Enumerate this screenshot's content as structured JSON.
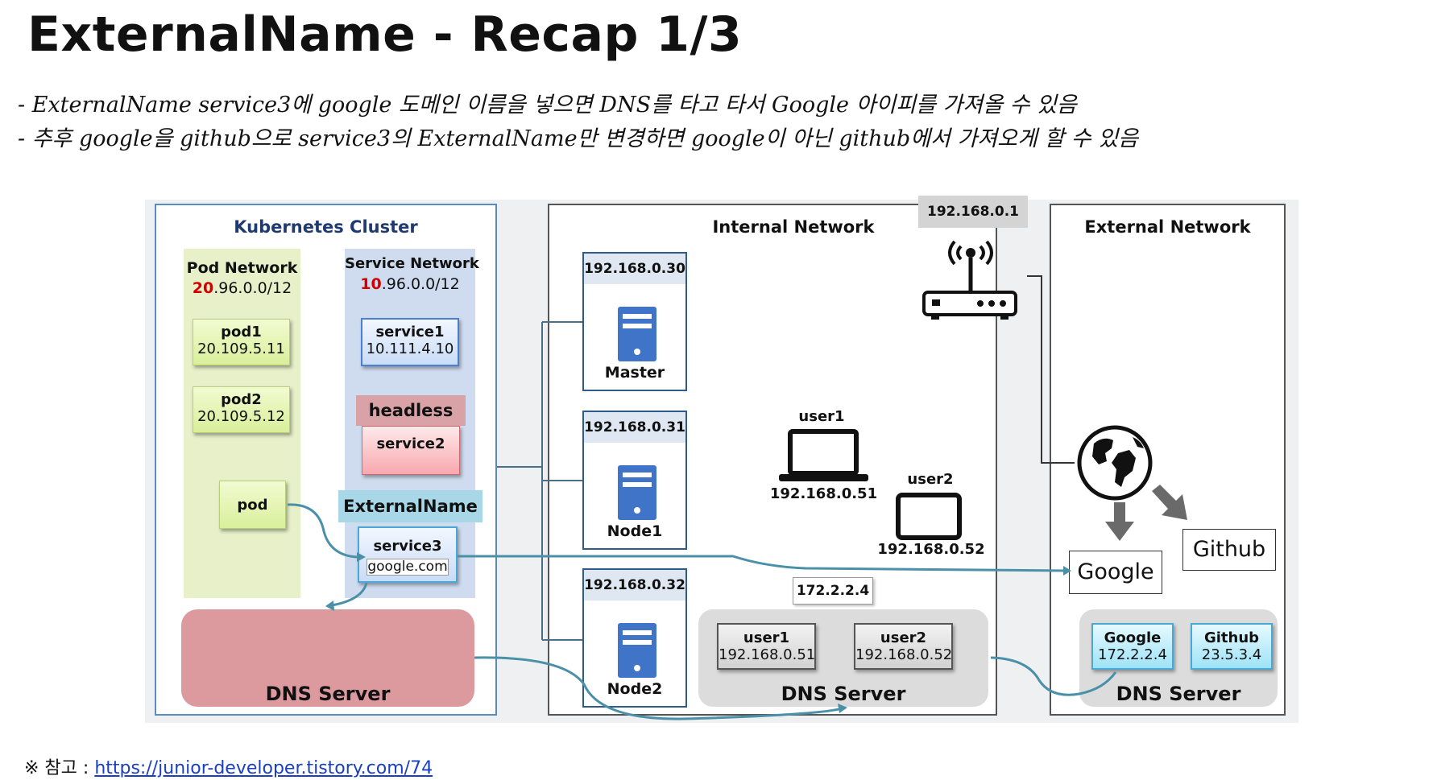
{
  "slide": {
    "title": "ExternalName - Recap 1/3",
    "notes": [
      "- ExternalName service3에 google 도메인 이름을 넣으면 DNS를 타고 타서 Google 아이피를 가져올 수 있음",
      "- 추후 google을 github으로 service3의 ExternalName만 변경하면 google이 아닌 github에서 가져오게 할 수 있음"
    ],
    "reference_prefix": "※ 참고 : ",
    "reference_link": "https://junior-developer.tistory.com/74"
  },
  "k8s": {
    "title": "Kubernetes Cluster",
    "pod_network": {
      "title": "Pod Network",
      "cidr_prefix": "20",
      "cidr_rest": ".96.0.0/12"
    },
    "service_network": {
      "title": "Service Network",
      "cidr_prefix": "10",
      "cidr_rest": ".96.0.0/12"
    },
    "pod1": {
      "name": "pod1",
      "ip": "20.109.5.11"
    },
    "pod2": {
      "name": "pod2",
      "ip": "20.109.5.12"
    },
    "pod": {
      "name": "pod"
    },
    "service1": {
      "name": "service1",
      "ip": "10.111.4.10"
    },
    "headless_label": "headless",
    "service2": {
      "name": "service2"
    },
    "externalname_label": "ExternalName",
    "service3": {
      "name": "service3",
      "domain": "google.com"
    },
    "dns_label": "DNS Server"
  },
  "internal": {
    "title": "Internal Network",
    "router_ip": "192.168.0.1",
    "master": {
      "ip": "192.168.0.30",
      "name": "Master"
    },
    "node1": {
      "ip": "192.168.0.31",
      "name": "Node1"
    },
    "node2": {
      "ip": "192.168.0.32",
      "name": "Node2"
    },
    "user1": {
      "name": "user1",
      "ip": "192.168.0.51"
    },
    "user2": {
      "name": "user2",
      "ip": "192.168.0.52"
    },
    "dns_ip": "172.2.2.4",
    "dns_records": [
      {
        "name": "user1",
        "ip": "192.168.0.51"
      },
      {
        "name": "user2",
        "ip": "192.168.0.52"
      }
    ],
    "dns_label": "DNS Server"
  },
  "external": {
    "title": "External Network",
    "google_callout": "Google",
    "github_callout": "Github",
    "dns_records": [
      {
        "name": "Google",
        "ip": "172.2.2.4"
      },
      {
        "name": "Github",
        "ip": "23.5.3.4"
      }
    ],
    "dns_label": "DNS Server"
  },
  "colors": {
    "cidr_highlight": "#d40000",
    "k8s_title": "#1f3a6e",
    "connector": "#4a90a8",
    "k8s_dns": "#dc9a9f",
    "headless_bg": "#d9a2a6",
    "externalname_bg": "#a8d8e8",
    "server_icon": "#3f74c8"
  }
}
